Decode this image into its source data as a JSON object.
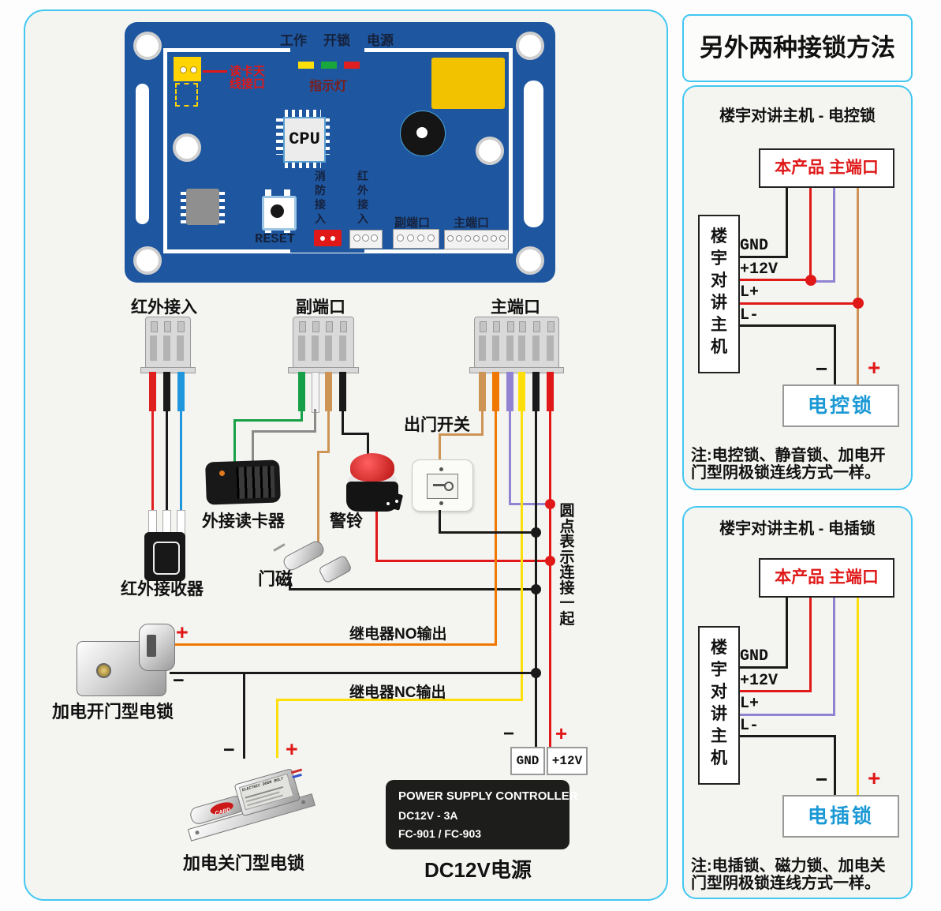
{
  "palette": {
    "pcb_blue": "#1e579f",
    "border_cyan": "#43c7f1",
    "wire_red": "#e01818",
    "wire_black": "#1a1a1a",
    "wire_blue": "#2196dd",
    "wire_green": "#18a048",
    "wire_tan": "#cd9456",
    "wire_orange": "#f07800",
    "wire_purple": "#9283d2",
    "wire_yellow": "#ffdf0a",
    "lock_text_blue": "#1b99d5",
    "label_red": "#e01818"
  },
  "board": {
    "leds": [
      "工作",
      "开锁",
      "电源"
    ],
    "indicator": "指示灯",
    "antenna_line1": "读卡天",
    "antenna_line2": "线接口",
    "cpu": "CPU",
    "reset": "RESET",
    "fire_port": "消防接入",
    "ir_port": "红外接入",
    "sub_port": "副端口",
    "main_port": "主端口"
  },
  "mid": {
    "ir_in": "红外接入",
    "sub_port": "副端口",
    "main_port": "主端口",
    "exit_switch": "出门开关",
    "card_reader": "外接读卡器",
    "bell": "警铃",
    "door_magnet": "门磁",
    "ir_receiver": "红外接收器",
    "relay_no": "继电器NO输出",
    "relay_nc": "继电器NC输出",
    "lock_open": "加电开门型电锁",
    "lock_close": "加电关门型电锁",
    "dots_note": "圆点表示连接一起",
    "gnd": "GND",
    "v12": "+12V",
    "psu_line1": "POWER SUPPLY CONTROLLER",
    "psu_line2": "DC12V - 3A",
    "psu_line3": "FC-901 / FC-903",
    "psu_caption": "DC12V电源",
    "bolt_brand": "CARD",
    "bolt_label": "ELECTRIC DOOR BOLT"
  },
  "sym": {
    "plus": "+",
    "minus": "−"
  },
  "side": {
    "title": "另外两种接锁方法",
    "panel1": {
      "title": "楼宇对讲主机 - 电控锁",
      "product": "本产品 主端口",
      "host": "楼宇对讲主机",
      "gnd": "GND",
      "v12": "+12V",
      "lplus": "L+",
      "lminus": "L-",
      "lock": "电控锁",
      "note1": "注:电控锁、静音锁、加电开",
      "note2": "门型阴极锁连线方式一样。"
    },
    "panel2": {
      "title": "楼宇对讲主机 - 电插锁",
      "product": "本产品 主端口",
      "host": "楼宇对讲主机",
      "gnd": "GND",
      "v12": "+12V",
      "lplus": "L+",
      "lminus": "L-",
      "lock": "电插锁",
      "note1": "注:电插锁、磁力锁、加电关",
      "note2": "门型阴极锁连线方式一样。"
    }
  }
}
